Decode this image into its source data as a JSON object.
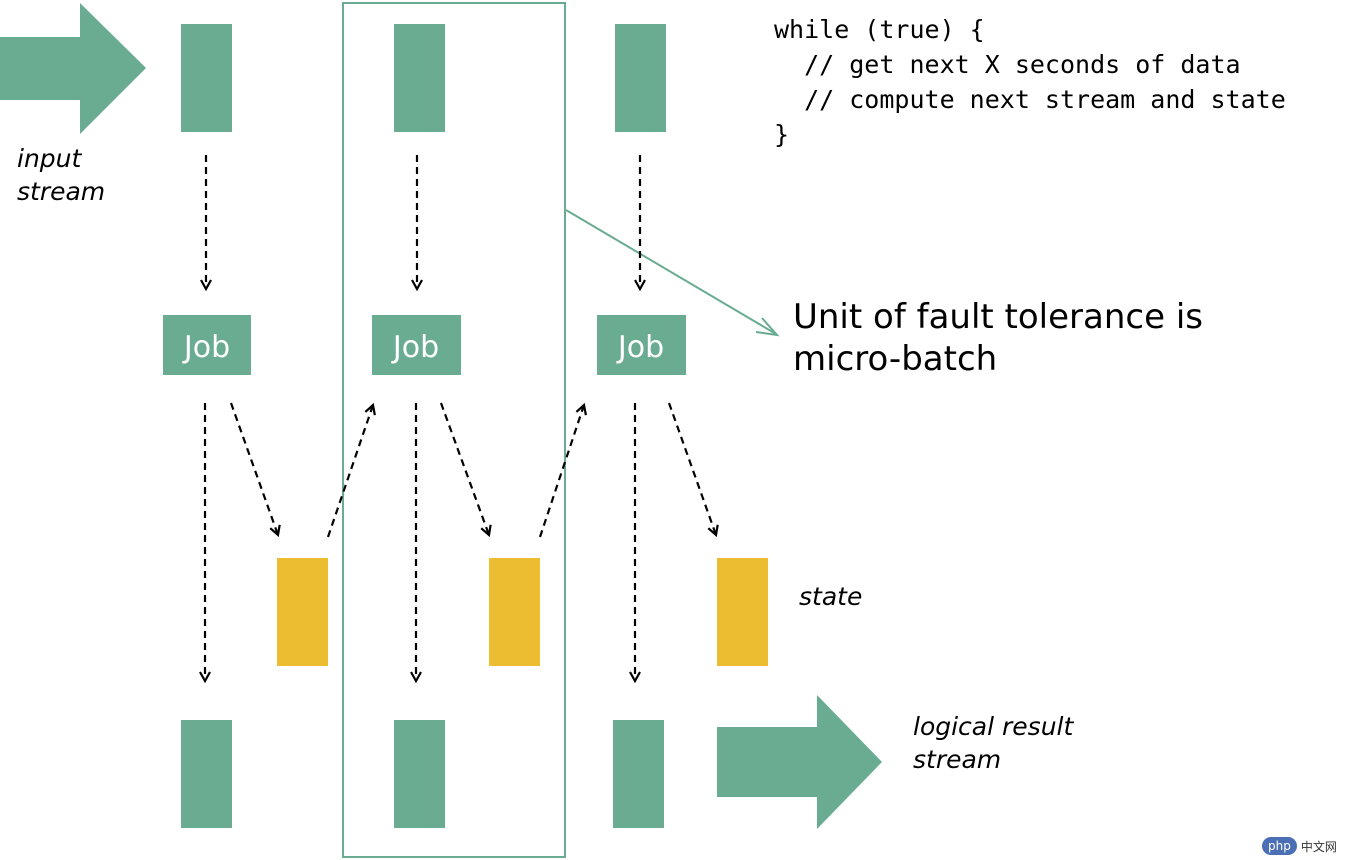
{
  "colors": {
    "teal": "#69ac92",
    "yellow": "#edbd31",
    "arrow": "#000000",
    "job_text": "#ffffff"
  },
  "code": {
    "lines": [
      "while (true) {",
      "  // get next X seconds of data",
      "  // compute next stream and state",
      "}"
    ]
  },
  "labels": {
    "input_stream": [
      "input",
      "stream"
    ],
    "state": "state",
    "logical_result_stream": [
      "logical result",
      "stream"
    ],
    "fault_tolerance": [
      "Unit of fault tolerance is",
      "micro-batch"
    ]
  },
  "jobs": [
    "Job",
    "Job",
    "Job"
  ],
  "watermark": {
    "badge": "php",
    "text": "中文网"
  }
}
